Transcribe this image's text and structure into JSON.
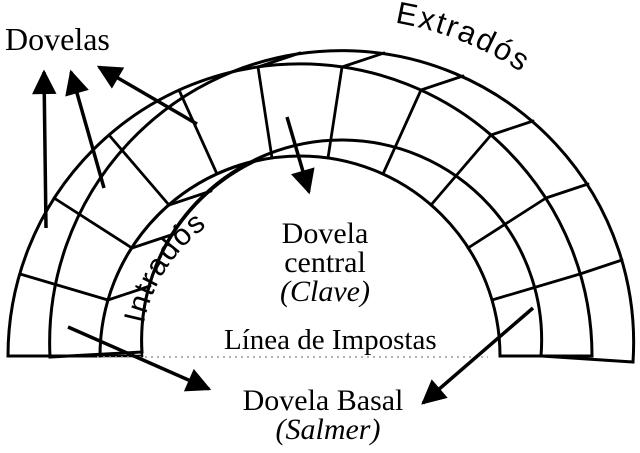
{
  "labels": {
    "dovelas": "Dovelas",
    "extrados": "Extradós",
    "intrados": "Intradós",
    "dovela_central": {
      "line1": "Dovela",
      "line2": "central",
      "line3": "(Clave)"
    },
    "linea_de_impostas": "Línea de Impostas",
    "dovela_basal": {
      "line1": "Dovela Basal",
      "line2": "(Salmer)"
    }
  },
  "colors": {
    "background": "#ffffff",
    "stone_fill": "#c9c9c9",
    "outline": "#000000",
    "dotted_line": "#999999",
    "outer_shading_top": "#ffffff",
    "outer_shading_bottom": "#050505",
    "inner_shading_top": "#151515",
    "inner_shading_bottom": "#ffffff"
  },
  "structure": {
    "voussoir_count": 11
  }
}
